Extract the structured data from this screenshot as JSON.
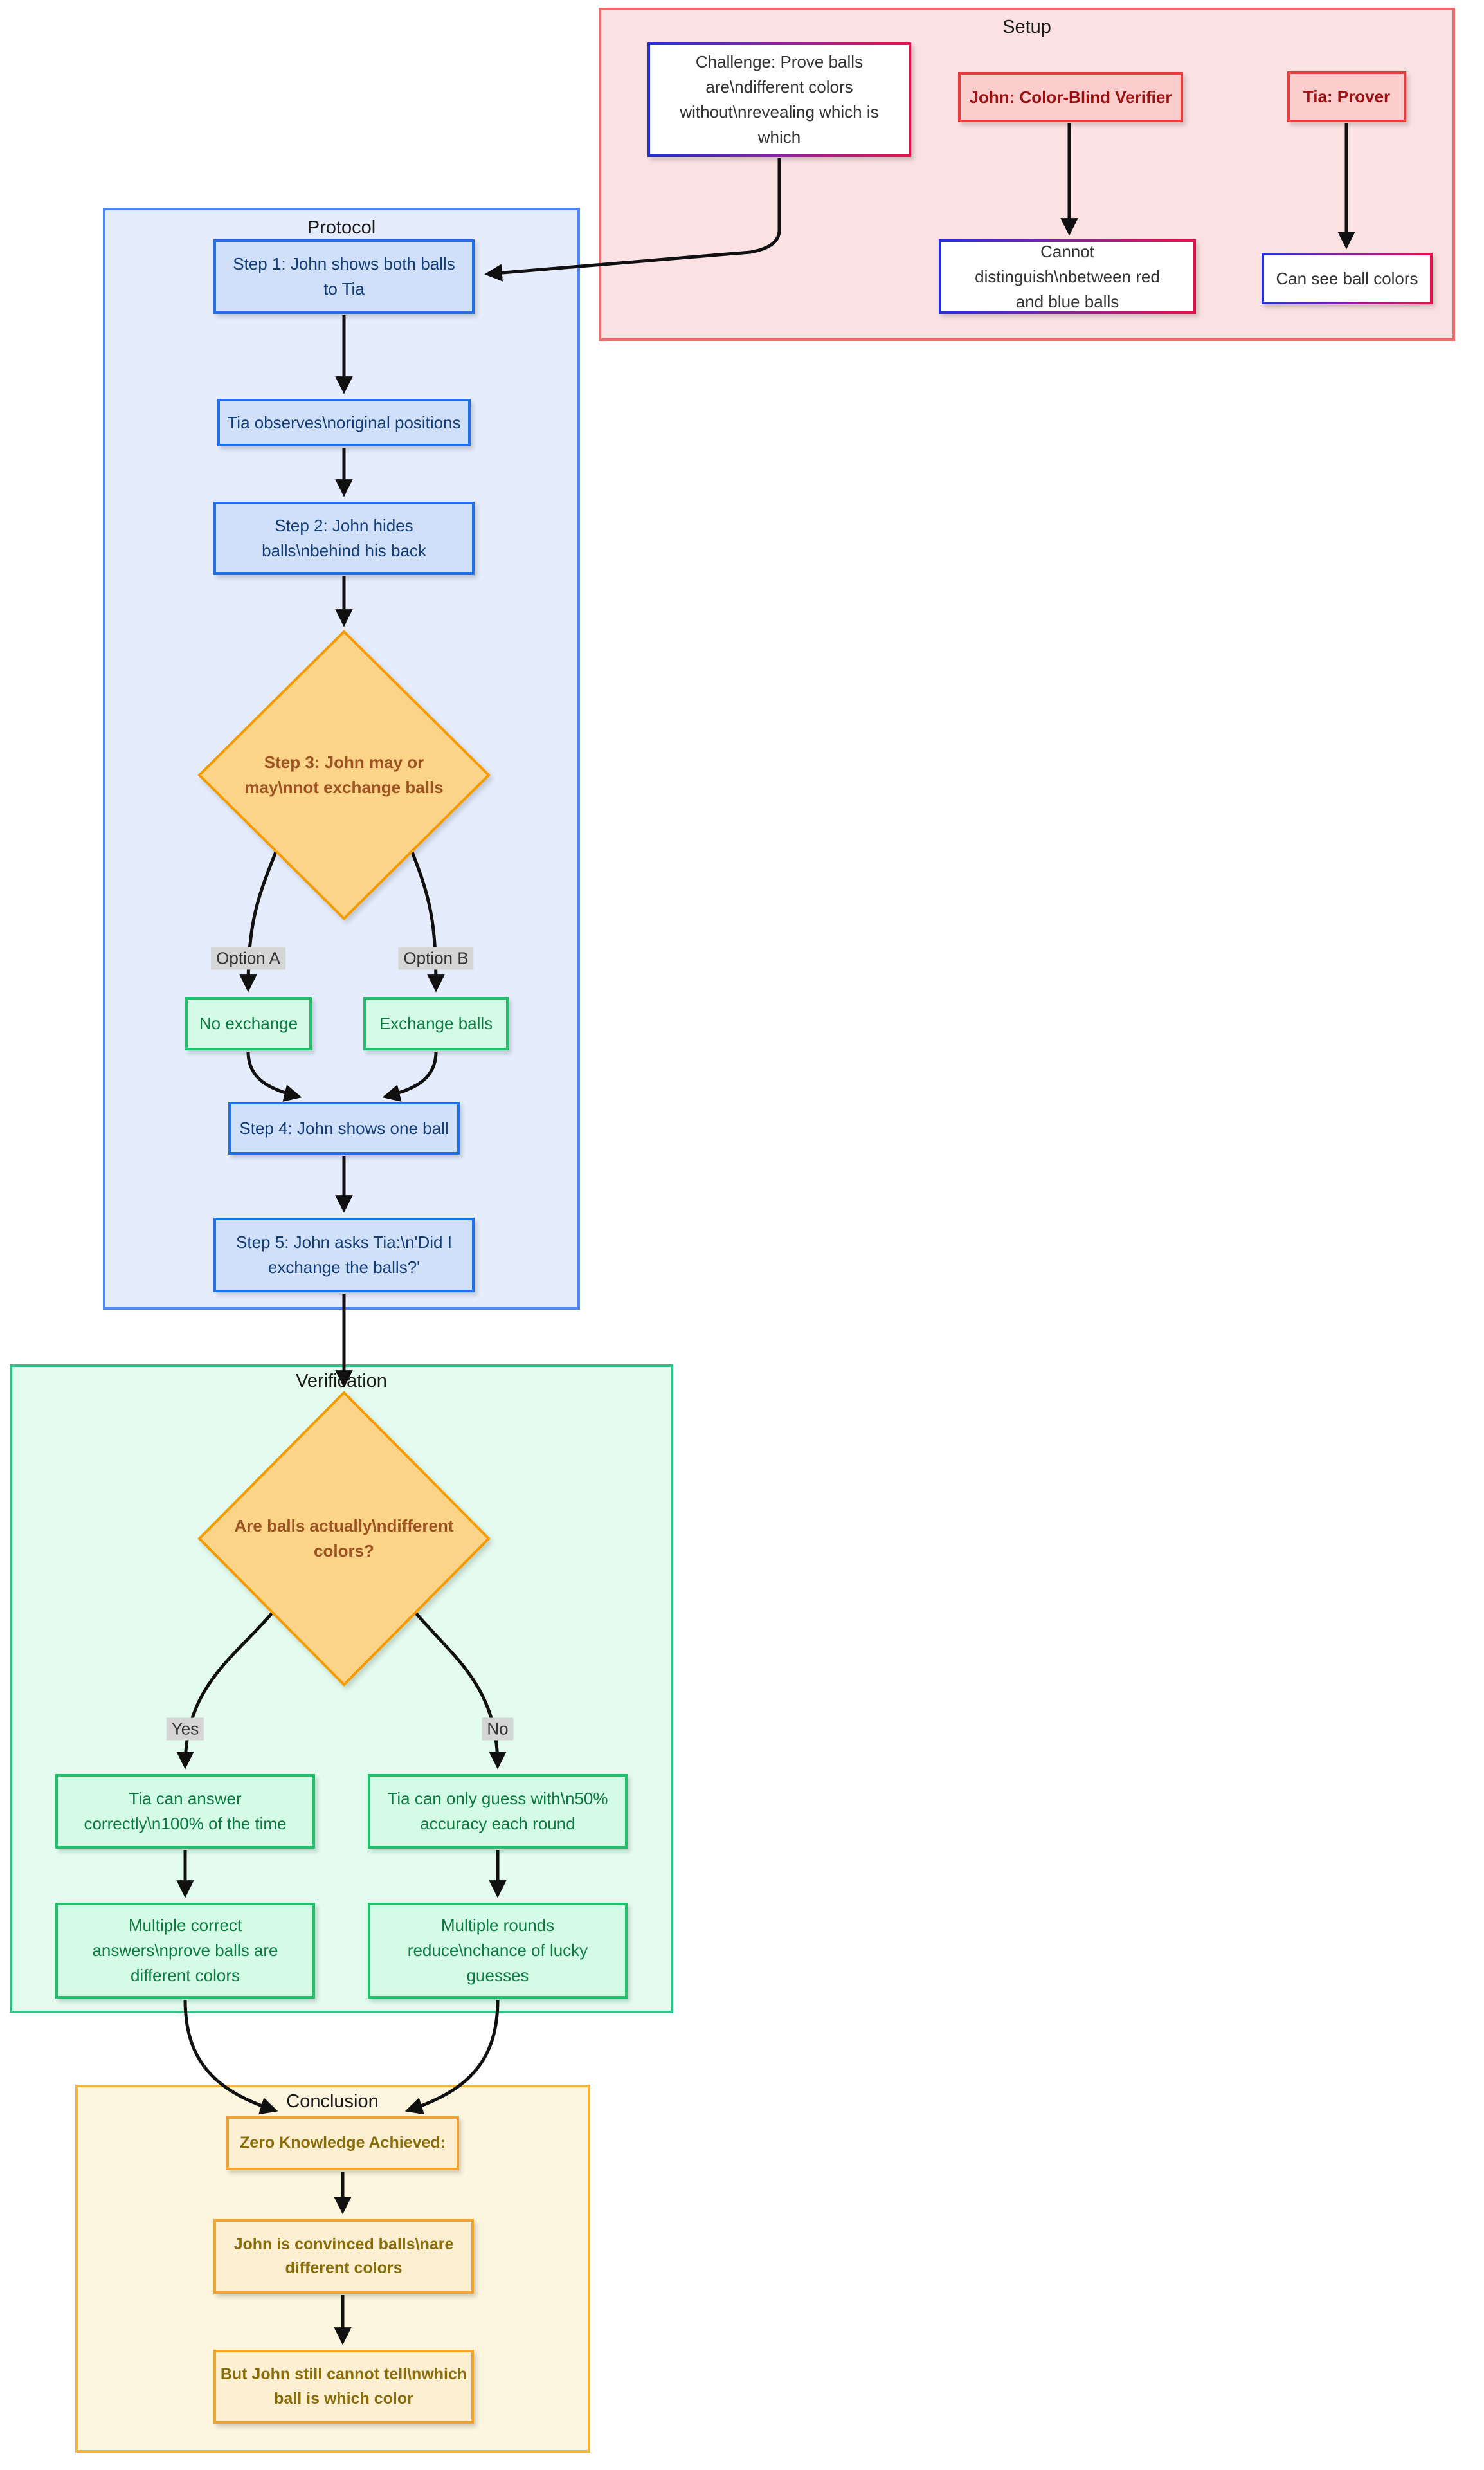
{
  "setup": {
    "title": "Setup",
    "challenge": "Challenge: Prove balls are\\ndifferent colors without\\nrevealing which is which",
    "john": "John: Color-Blind Verifier",
    "tia": "Tia: Prover",
    "john_detail": "Cannot distinguish\\nbetween red and blue balls",
    "tia_detail": "Can see ball colors"
  },
  "protocol": {
    "title": "Protocol",
    "step1": "Step 1: John shows both balls to Tia",
    "observe": "Tia observes\\noriginal positions",
    "step2": "Step 2: John hides balls\\nbehind his back",
    "step3": "Step 3: John may or may\\nnot exchange balls",
    "option_a": "Option A",
    "option_b": "Option B",
    "no_exchange": "No exchange",
    "exchange": "Exchange balls",
    "step4": "Step 4: John shows one ball",
    "step5": "Step 5: John asks Tia:\\n'Did I exchange the balls?'"
  },
  "verification": {
    "title": "Verification",
    "question": "Are balls actually\\ndifferent colors?",
    "yes": "Yes",
    "no": "No",
    "answer_correct": "Tia can answer correctly\\n100% of the time",
    "guess": "Tia can only guess with\\n50% accuracy each round",
    "multiple_correct": "Multiple correct answers\\nprove balls are different colors",
    "multiple_rounds": "Multiple rounds reduce\\nchance of lucky guesses"
  },
  "conclusion": {
    "title": "Conclusion",
    "zero": "Zero Knowledge Achieved:",
    "convinced": "John is convinced balls\\nare different colors",
    "cannot_tell": "But John still cannot tell\\nwhich ball is which color"
  },
  "colors": {
    "setup_bg": "#fbe1e1",
    "setup_border": "#ef6a6a",
    "red_node_fill": "#fbcdcd",
    "red_node_border": "#e93c3c",
    "red_node_text": "#9b1111",
    "white_node_border_gradient_start": "#2430e0",
    "white_node_border_gradient_end": "#e8104c",
    "protocol_bg": "#e5edfc",
    "protocol_border": "#4d86f7",
    "blue_node_fill": "#cfe0f8",
    "blue_node_border": "#2070e8",
    "blue_node_text": "#153d75",
    "verification_bg": "#e3fcef",
    "verification_border": "#2ec487",
    "green_node_fill": "#d4fbe6",
    "green_node_border": "#21c06a",
    "green_node_text": "#0e7a42",
    "diamond_fill": "#fbd489",
    "diamond_border": "#f59b00",
    "diamond_text": "#9c5221",
    "conclusion_bg": "#fdf5dd",
    "conclusion_border": "#f3b33e",
    "yellow_node_fill": "#fdf0d2",
    "yellow_node_border": "#f0a32f",
    "yellow_node_text": "#8a6d0b",
    "edge_label_bg": "#d5d5d5",
    "arrow": "#101010"
  }
}
